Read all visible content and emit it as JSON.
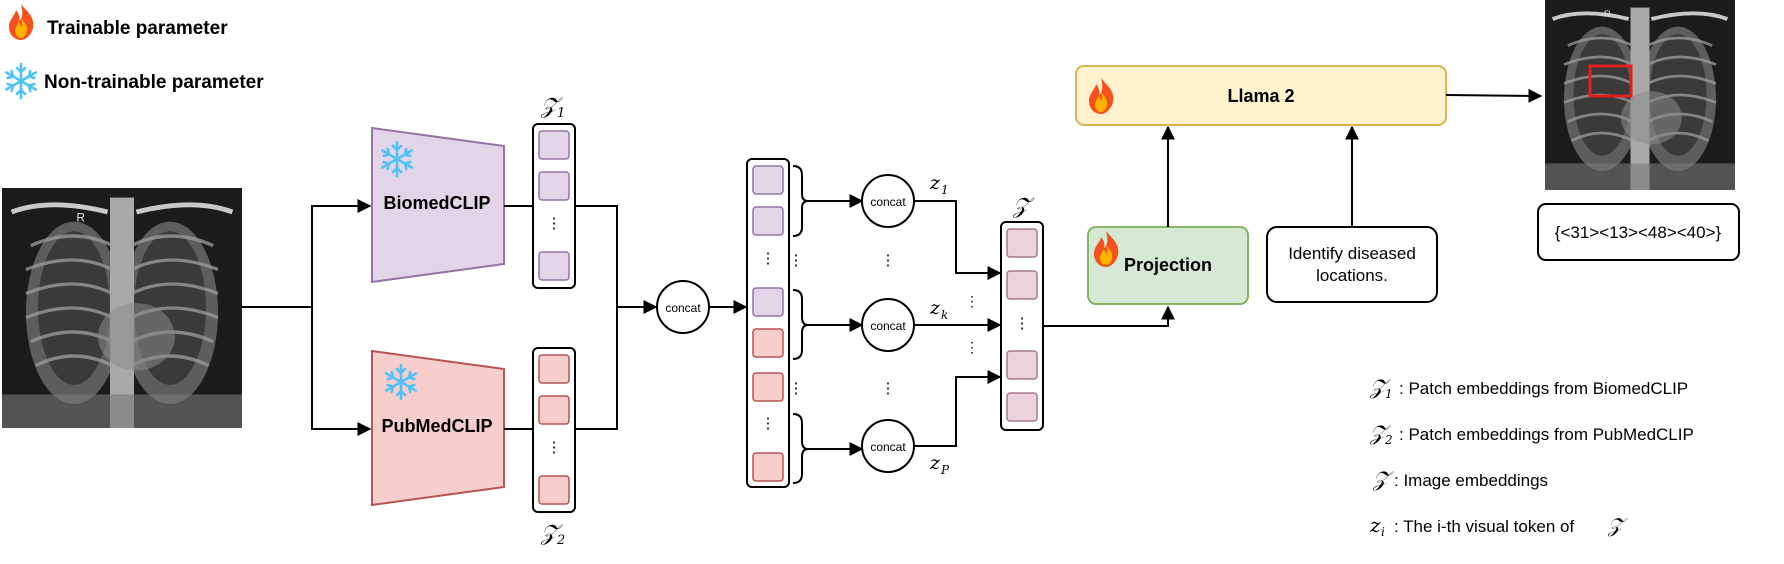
{
  "legend": {
    "trainable": "Trainable parameter",
    "non_trainable": "Non-trainable parameter"
  },
  "encoders": {
    "biomed": "BiomedCLIP",
    "pubmed": "PubMedCLIP"
  },
  "tokens": {
    "z1_set": "𝒵",
    "z1_sub": "1",
    "z2_set": "𝒵",
    "z2_sub": "2",
    "z_set": "𝒵",
    "z_first": "z",
    "z_first_sub": "1",
    "z_k": "z",
    "z_k_sub": "k",
    "z_P": "z",
    "z_P_sub": "P"
  },
  "concat_label": "concat",
  "llm": "Llama 2",
  "projection": "Projection",
  "prompt": [
    "Identify diseased",
    "locations."
  ],
  "output": "{<31><13><48><40>}",
  "notes": [
    {
      "sym": "𝒵",
      "sub": "1",
      "text": ": Patch embeddings from BiomedCLIP"
    },
    {
      "sym": "𝒵",
      "sub": "2",
      "text": ": Patch embeddings from PubMedCLIP"
    },
    {
      "sym": "𝒵",
      "sub": "",
      "text": ": Image embeddings"
    },
    {
      "sym": "z",
      "sub": "i",
      "text": ": The i-th visual token of",
      "tail": "𝒵"
    }
  ],
  "xray_marker": "R",
  "colors": {
    "purple_fill": "#e1d5e7",
    "purple_stroke": "#9673a6",
    "pink_fill": "#f8cecc",
    "pink_stroke": "#b85450",
    "yellow_fill": "#fff2cc",
    "yellow_stroke": "#d6b656",
    "green_fill": "#d5e8d4",
    "green_stroke": "#82b366",
    "bbox": "#e02020",
    "snowflake": "#4fc3f7"
  },
  "icons": [
    "fire-icon",
    "snowflake-icon"
  ]
}
